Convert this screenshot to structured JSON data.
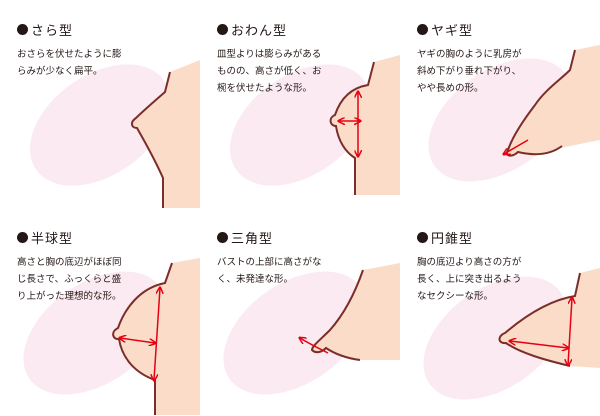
{
  "types": [
    {
      "title": "さら型",
      "description": "おさらを伏せたように膨らみが少なく扁平。"
    },
    {
      "title": "おわん型",
      "description": "皿型よりは膨らみがあるものの、高さが低く、お椀を伏せたような形。"
    },
    {
      "title": "ヤギ型",
      "description": "ヤギの胸のように乳房が斜め下がり垂れ下がり、やや長めの形。"
    },
    {
      "title": "半球型",
      "description": "高さと胸の底辺がほぼ同じ長さで、ふっくらと盛り上がった理想的な形。"
    },
    {
      "title": "三角型",
      "description": "バストの上部に高さがなく、未発達な形。"
    },
    {
      "title": "円錐型",
      "description": "胸の底辺より高さの方が長く、上に突き出るようなセクシーな形。"
    }
  ],
  "colors": {
    "blob": "#fbeaf2",
    "skin": "#fadcc8",
    "outline": "#7a2e2a",
    "arrow": "#e60012",
    "text": "#231815"
  }
}
